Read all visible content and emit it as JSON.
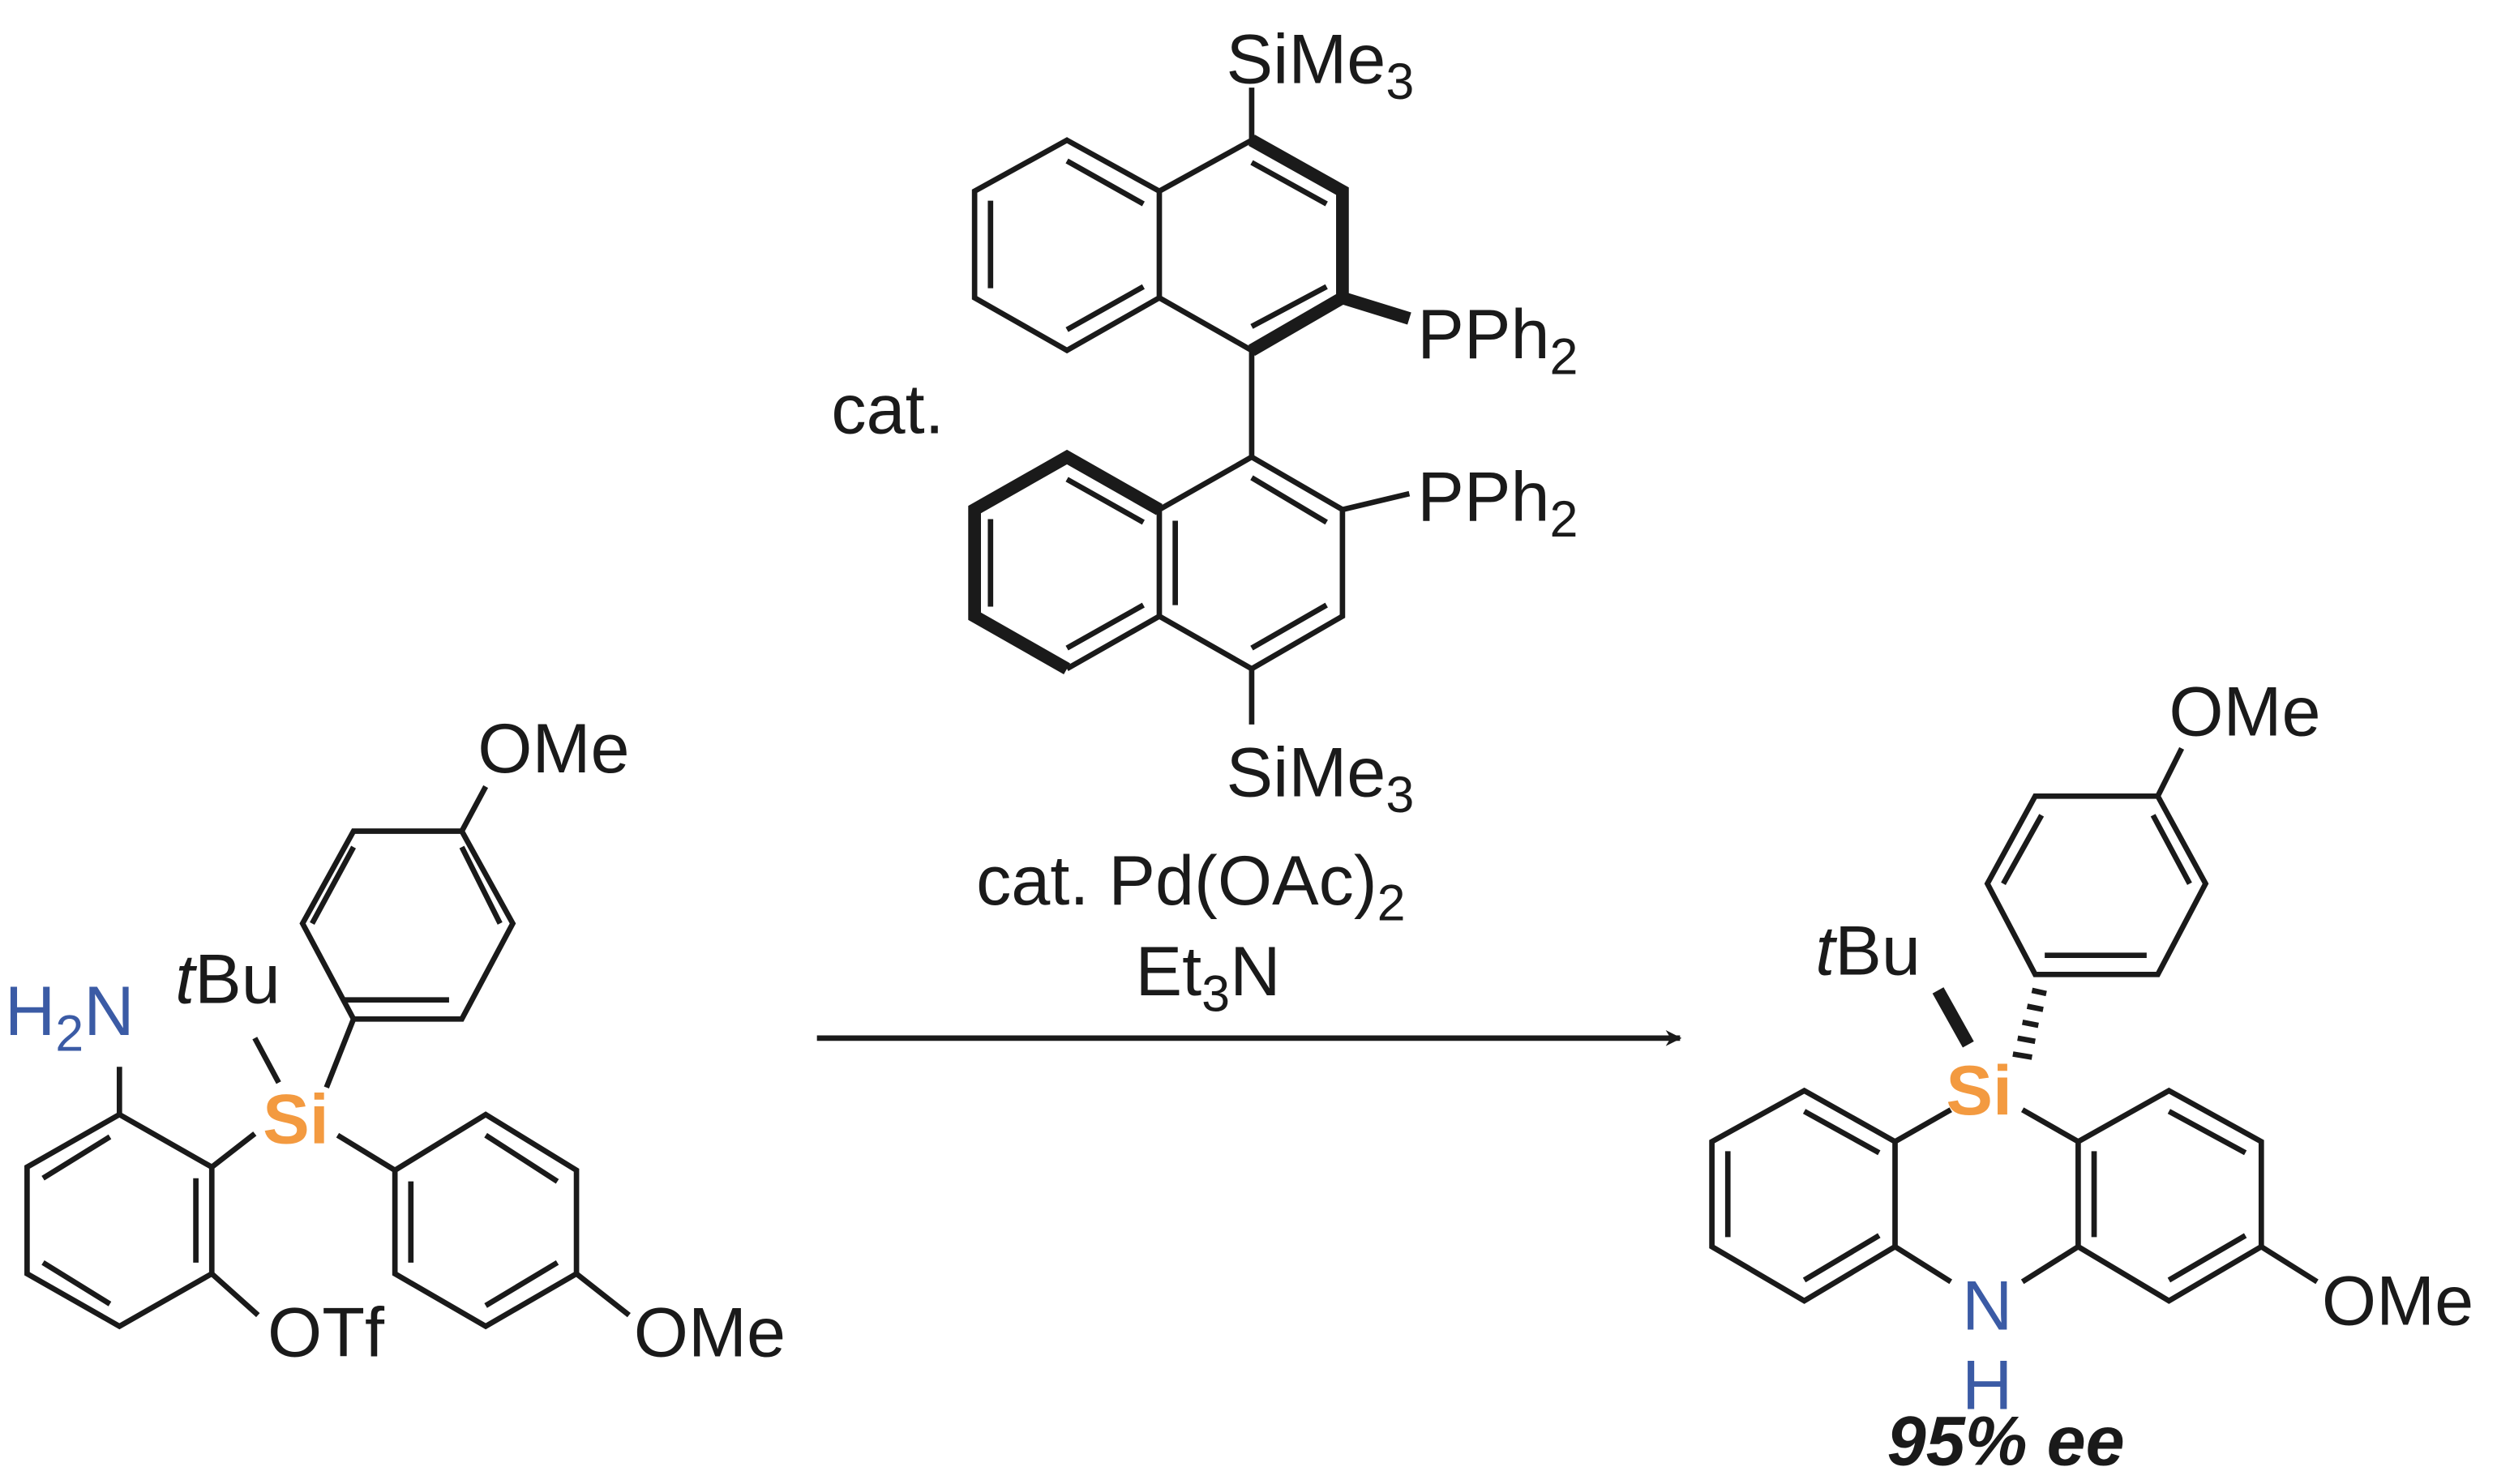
{
  "colors": {
    "nitrogen": "#3b5ba5",
    "silicon": "#f39a40",
    "bond": "#1a1a1a"
  },
  "starting_material": {
    "amine": {
      "h": "H",
      "sub": "2",
      "n": "N"
    },
    "tbu": {
      "t": "t",
      "bu": "Bu"
    },
    "si": "Si",
    "otf": "OTf",
    "ome_top": "OMe",
    "ome_right": "OMe"
  },
  "catalyst": {
    "cat_label": "cat.",
    "sime3_top": {
      "main": "SiMe",
      "sub": "3"
    },
    "sime3_bottom": {
      "main": "SiMe",
      "sub": "3"
    },
    "pph2_top": {
      "main": "PPh",
      "sub": "2"
    },
    "pph2_bottom": {
      "main": "PPh",
      "sub": "2"
    }
  },
  "conditions": {
    "pd": {
      "main": "cat. Pd(OAc)",
      "sub": "2"
    },
    "base": {
      "et": "Et",
      "sub": "3",
      "n": "N"
    }
  },
  "product": {
    "tbu": {
      "t": "t",
      "bu": "Bu"
    },
    "si": "Si",
    "n": "N",
    "h": "H",
    "ome_top": "OMe",
    "ome_right": "OMe",
    "ee": "95% ee"
  }
}
